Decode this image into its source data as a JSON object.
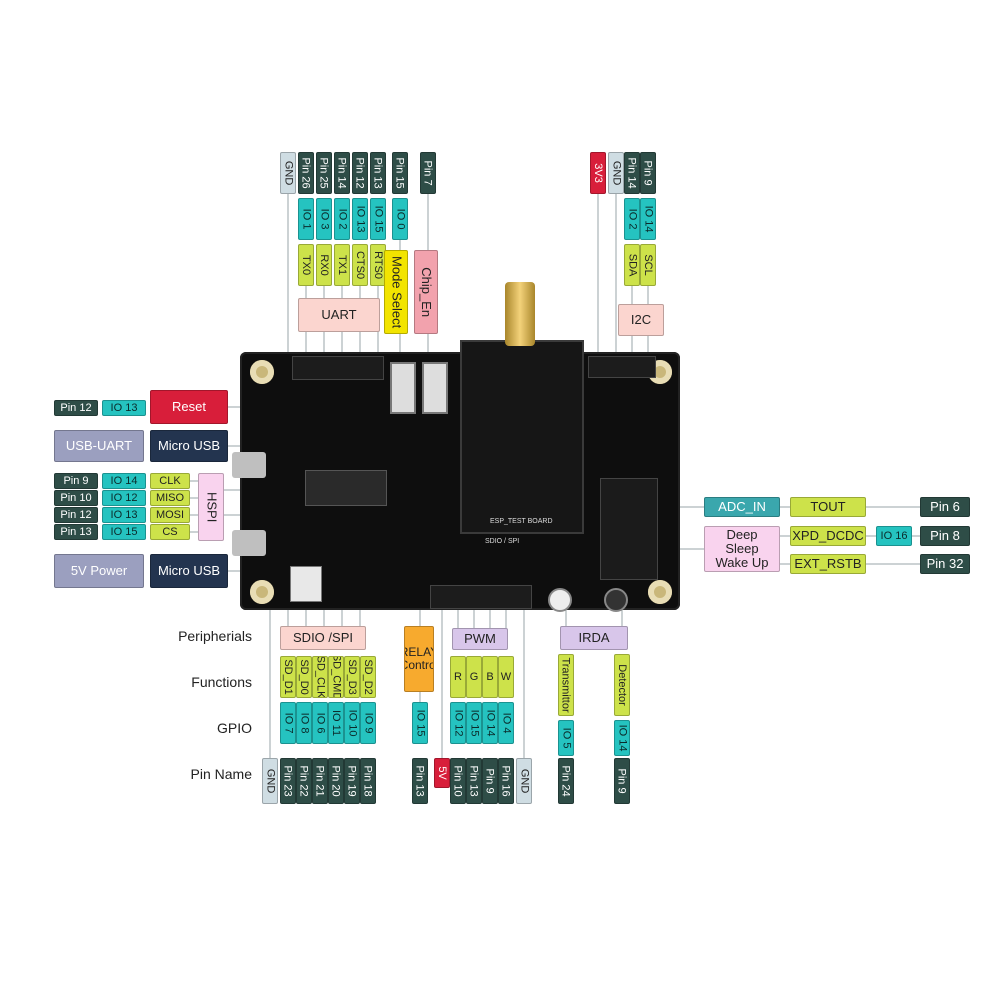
{
  "colors": {
    "pin": "#2e4d47",
    "gnd": "#cfdde3",
    "io": "#25c3c0",
    "function": "#cde24a",
    "power_red": "#d81e3a",
    "peripheral": "#fbd5cf",
    "board": "#111111"
  },
  "row_labels": {
    "peripherals": "Peripherials",
    "functions": "Functions",
    "gpio": "GPIO",
    "pin_name": "Pin Name"
  },
  "top_left": {
    "pins": [
      "GND",
      "Pin 26",
      "Pin 25",
      "Pin 14",
      "Pin 12",
      "Pin 13",
      "Pin 15",
      "Pin 7"
    ],
    "ios": [
      "IO 1",
      "IO 3",
      "IO 2",
      "IO 13",
      "IO 15",
      "IO 0"
    ],
    "functions": [
      "TX0",
      "RX0",
      "TX1",
      "CTS0",
      "RTS0"
    ],
    "uart": "UART",
    "mode_select": "Mode Select",
    "chip_en": "Chip_En"
  },
  "top_right": {
    "pins": [
      "3V3",
      "GND",
      "Pin 14",
      "Pin 9"
    ],
    "ios": [
      "IO 2",
      "IO 14"
    ],
    "functions": [
      "SDA",
      "SCL"
    ],
    "i2c": "I2C"
  },
  "left": {
    "reset": {
      "pin": "Pin 12",
      "io": "IO 13",
      "label": "Reset"
    },
    "usb_uart": {
      "label": "USB-UART",
      "connector": "Micro USB"
    },
    "hspi": {
      "label": "HSPI",
      "rows": [
        {
          "pin": "Pin 9",
          "io": "IO 14",
          "fn": "CLK"
        },
        {
          "pin": "Pin 10",
          "io": "IO 12",
          "fn": "MISO"
        },
        {
          "pin": "Pin 12",
          "io": "IO 13",
          "fn": "MOSI"
        },
        {
          "pin": "Pin 13",
          "io": "IO 15",
          "fn": "CS"
        }
      ]
    },
    "power": {
      "label": "5V Power",
      "connector": "Micro USB"
    }
  },
  "right": {
    "adc": {
      "label": "ADC_IN",
      "fn": "TOUT",
      "pin": "Pin 6"
    },
    "deep_sleep": {
      "label": "Deep Sleep Wake Up",
      "xpd": "XPD_DCDC",
      "io": "IO 16",
      "pin": "Pin 8",
      "ext": "EXT_RSTB",
      "ext_pin": "Pin 32"
    }
  },
  "bottom": {
    "sdio_spi": {
      "label": "SDIO /SPI",
      "functions": [
        "SD_D1",
        "SD_D0",
        "SD_CLK",
        "SD_CMD",
        "SD_D3",
        "SD_D2"
      ],
      "ios": [
        "IO 7",
        "IO 8",
        "IO 6",
        "IO 11",
        "IO 10",
        "IO 9"
      ],
      "pins": [
        "GND",
        "Pin 23",
        "Pin 22",
        "Pin 21",
        "Pin 20",
        "Pin 19",
        "Pin 18"
      ]
    },
    "relay": {
      "label": "RELAY Control",
      "io": "IO 15",
      "pin": "Pin 13"
    },
    "power_5v": "5V",
    "pwm": {
      "label": "PWM",
      "functions": [
        "R",
        "G",
        "B",
        "W"
      ],
      "ios": [
        "IO 12",
        "IO 15",
        "IO 14",
        "IO 4"
      ],
      "pins": [
        "Pin 10",
        "Pin 13",
        "Pin 9",
        "Pin 16",
        "GND"
      ]
    },
    "irda": {
      "label": "IRDA",
      "functions": [
        "Transmittor",
        "Detector"
      ],
      "ios": [
        "IO 5",
        "IO 14"
      ],
      "pins": [
        "Pin 24",
        "Pin 9"
      ]
    }
  },
  "board": {
    "module_text": "ESP_TEST BOARD",
    "sdio_text": "SDIO / SPI"
  }
}
